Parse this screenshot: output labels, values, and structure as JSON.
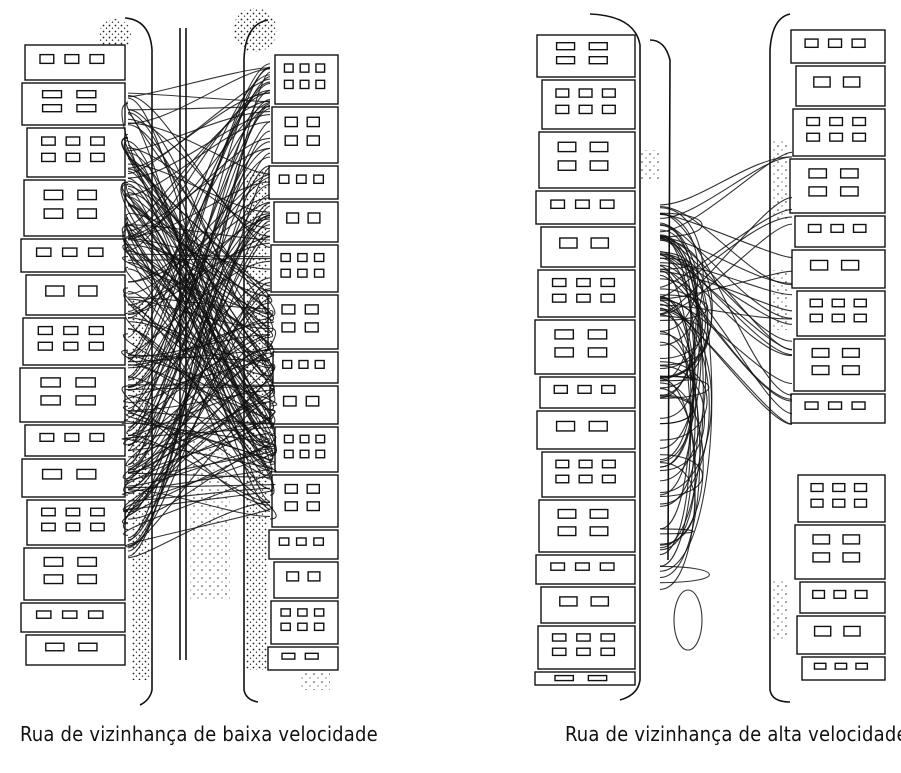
{
  "figure": {
    "panels": [
      {
        "id": "low-speed",
        "caption": "Rua de vizinhança de baixa velocidade"
      },
      {
        "id": "high-speed",
        "caption": "Rua de vizinhança de alta velocidade"
      }
    ]
  },
  "colors": {
    "ink": "#111111",
    "paper": "#ffffff"
  }
}
